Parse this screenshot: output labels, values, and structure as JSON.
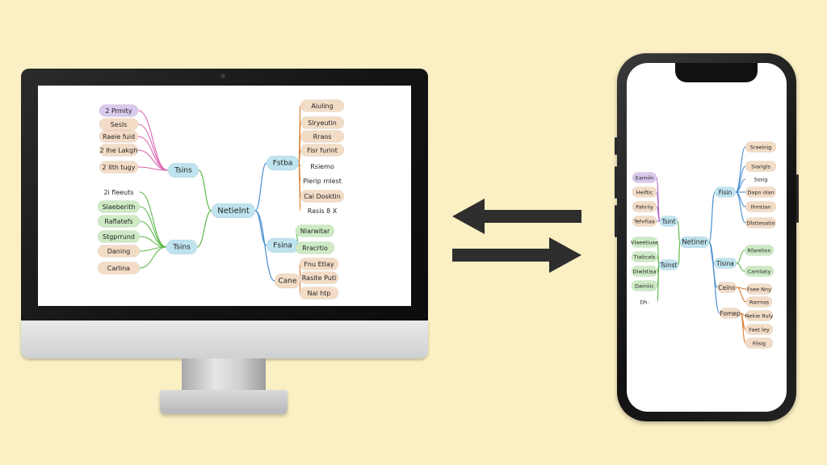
{
  "desktop_map": {
    "center": "Netielnt",
    "topics": [
      {
        "label": "Tsins",
        "color": "#bfe3ef",
        "branch_color": "#d966b0",
        "leaves": [
          {
            "label": "2 Prmity",
            "color": "#d9c9ec"
          },
          {
            "label": "Sesls",
            "color": "#f3dcc6"
          },
          {
            "label": "Raeie fuid",
            "color": "#f3dcc6"
          },
          {
            "label": "2 Ihe Lakgh",
            "color": "#f3dcc6"
          },
          {
            "label": "2 Ilth tugy",
            "color": "#f3dcc6"
          }
        ]
      },
      {
        "label": "Tsins",
        "color": "#bfe3ef",
        "branch_color": "#5fb84a",
        "leaves": [
          {
            "label": "2i fleeuts",
            "color": "#ffffff"
          },
          {
            "label": "Slaeberith",
            "color": "#cdeac4"
          },
          {
            "label": "Raflatefs",
            "color": "#cdeac4"
          },
          {
            "label": "Stgprrund",
            "color": "#cdeac4"
          },
          {
            "label": "Daning",
            "color": "#f3dcc6"
          },
          {
            "label": "Carlina",
            "color": "#f3dcc6"
          }
        ]
      },
      {
        "label": "Fstba",
        "color": "#bfe3ef",
        "branch_color": "#d9792b",
        "leaves": [
          {
            "label": "Aiuling",
            "color": "#f3dcc6"
          },
          {
            "label": "Slryeutin",
            "color": "#f3dcc6"
          },
          {
            "label": "Rraos",
            "color": "#f3dcc6"
          },
          {
            "label": "Fisr furint",
            "color": "#f3dcc6"
          },
          {
            "label": "Rsiemo",
            "color": "#ffffff"
          },
          {
            "label": "Plerip rnlest",
            "color": "#ffffff"
          },
          {
            "label": "Cai Dosktin",
            "color": "#f3dcc6"
          },
          {
            "label": "Rasis 8 X",
            "color": "#ffffff"
          }
        ]
      },
      {
        "label": "Fsina",
        "color": "#bfe3ef",
        "branch_color": "#5fb84a",
        "leaves": [
          {
            "label": "Nlarwitar",
            "color": "#cdeac4"
          },
          {
            "label": "Rracrtio",
            "color": "#cdeac4"
          }
        ]
      },
      {
        "label": "Cane",
        "color": "#f3dcc6",
        "branch_color": "#d9792b",
        "leaves": [
          {
            "label": "Fnu Etlay",
            "color": "#f3dcc6"
          },
          {
            "label": "Rasite Puti",
            "color": "#f3dcc6"
          },
          {
            "label": "Nai htp",
            "color": "#f3dcc6"
          }
        ]
      }
    ]
  },
  "phone_map": {
    "center": "Netiner",
    "topics": [
      {
        "label": "Tsint",
        "color": "#bfe3ef",
        "branch_color": "#b066c9",
        "leaves": [
          {
            "label": "Earniin",
            "color": "#d9c9ec"
          },
          {
            "label": "Heiftic",
            "color": "#f3dcc6"
          },
          {
            "label": "Pahriiy",
            "color": "#f3dcc6"
          },
          {
            "label": "Tehrfiaa",
            "color": "#f3dcc6"
          }
        ]
      },
      {
        "label": "Tsinst",
        "color": "#bfe3ef",
        "branch_color": "#5fb84a",
        "leaves": [
          {
            "label": "Vlaeetiuse",
            "color": "#cdeac4"
          },
          {
            "label": "Tiaticals",
            "color": "#cdeac4"
          },
          {
            "label": "Diwlstisa",
            "color": "#cdeac4"
          },
          {
            "label": "Dainiiic",
            "color": "#cdeac4"
          },
          {
            "label": "Dh.",
            "color": "#ffffff"
          }
        ]
      },
      {
        "label": "Fisin",
        "color": "#bfe3ef",
        "branch_color": "#4a8fd1",
        "leaves": [
          {
            "label": "Sraeinig",
            "color": "#f3dcc6"
          },
          {
            "label": "Siarigls",
            "color": "#f3dcc6"
          },
          {
            "label": "Sssig",
            "color": "#ffffff"
          },
          {
            "label": "Dapn olan",
            "color": "#f3dcc6"
          },
          {
            "label": "Ihmtian",
            "color": "#f3dcc6"
          },
          {
            "label": "Dlsttesatio",
            "color": "#f3dcc6"
          }
        ]
      },
      {
        "label": "Tisina",
        "color": "#bfe3ef",
        "branch_color": "#5fb84a",
        "leaves": [
          {
            "label": "Rfarelion",
            "color": "#cdeac4"
          },
          {
            "label": "Camiiaty",
            "color": "#cdeac4"
          }
        ]
      },
      {
        "label": "Ceino",
        "color": "#f3dcc6",
        "branch_color": "#d9792b",
        "leaves": [
          {
            "label": "Fsee Nny",
            "color": "#f3dcc6"
          },
          {
            "label": "Rarrnss",
            "color": "#f3dcc6"
          }
        ]
      },
      {
        "label": "Fomep",
        "color": "#f3dcc6",
        "branch_color": "#d9792b",
        "leaves": [
          {
            "label": "Nekie Ruly",
            "color": "#f3dcc6"
          },
          {
            "label": "Faet ley",
            "color": "#f3dcc6"
          },
          {
            "label": "Fiisig",
            "color": "#f3dcc6"
          }
        ]
      }
    ]
  },
  "colors": {
    "background": "#fbf0c3",
    "arrow": "#2e2e2e",
    "topic_fill": "#bfe3ef"
  },
  "icons": {
    "sync": "bidirectional-arrows-icon",
    "camera": "webcam-icon"
  }
}
